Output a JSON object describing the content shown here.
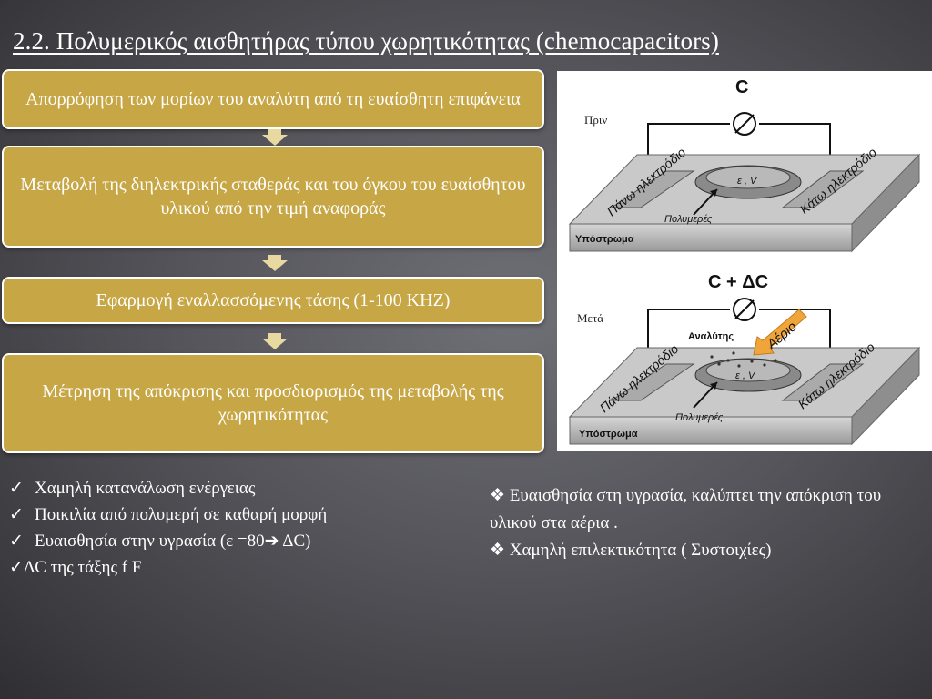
{
  "title": "2.2. Πολυμερικός αισθητήρας τύπου χωρητικότητας (chemocapacitors)",
  "steps": [
    "Απορρόφηση των μορίων του αναλύτη από τη ευαίσθητη επιφάνεια",
    "Μεταβολή της διηλεκτρικής σταθεράς και του όγκου του ευαίσθητου υλικού από την τιμή αναφοράς",
    "Εφαρμογή εναλλασσόμενης τάσης (1-100 KHZ)",
    "Μέτρηση της απόκρισης και προσδιορισμός της μεταβολής της χωρητικότητας"
  ],
  "figure": {
    "before": {
      "stage": "Πριν",
      "capacitance": "C",
      "top_electrode": "Πάνω ηλεκτρόδιο",
      "bottom_electrode": "Κάτω ηλεκτρόδιο",
      "polymer": "Πολυμερές",
      "substrate": "Υπόστρωμα",
      "epsilon": "ε , V"
    },
    "after": {
      "stage": "Μετά",
      "capacitance": "C + ΔC",
      "analyte": "Αναλύτης",
      "gas": "Αέριο",
      "top_electrode": "Πάνω ηλεκτρόδιο",
      "bottom_electrode": "Κάτω ηλεκτρόδιο",
      "polymer": "Πολυμερές",
      "substrate": "Υπόστρωμα",
      "epsilon": "ε , V"
    }
  },
  "advantages": {
    "check_glyph": "✓",
    "items": [
      "Χαμηλή κατανάλωση ενέργειας",
      "Ποικιλία από πολυμερή σε καθαρή μορφή",
      "Ευαισθησία στην υγρασία (ε =80",
      "ΔC της τάξης f F"
    ],
    "arrow_glyph": "➔",
    "item3_tail": " ΔC)"
  },
  "drawbacks": {
    "bullet_glyph": "❖",
    "items": [
      "Ευαισθησία στη υγρασία, καλύπτει την απόκριση του υλικού στα αέρια .",
      "Χαμηλή επιλεκτικότητα ( Συστοιχίες)"
    ]
  },
  "colors": {
    "step_fill": "#c7a646",
    "step_border": "#ffffff",
    "arrow_fill": "#e8d9a0",
    "gas_arrow": "#f0a53a"
  }
}
